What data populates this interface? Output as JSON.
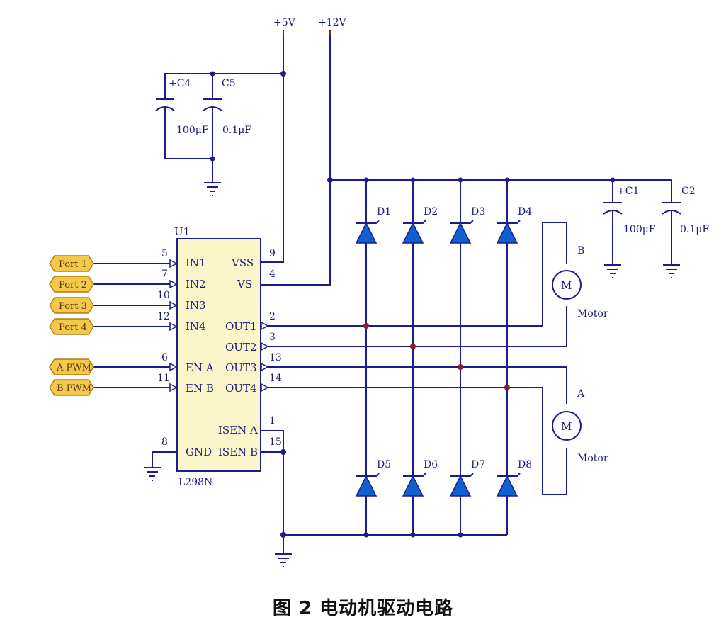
{
  "caption": "图 2   电动机驱动电路",
  "colors": {
    "wire": "#1c1c8c",
    "connection_dot": "#8a1f1f",
    "ic_fill": "#fbf6c9",
    "port_fill": "#f4c84a",
    "diode_fill": "#1060d0"
  },
  "supplies": {
    "v5": "+5V",
    "v12": "+12V"
  },
  "ic": {
    "ref": "U1",
    "part": "L298N",
    "left_pins": [
      {
        "num": "5",
        "name": "IN1"
      },
      {
        "num": "7",
        "name": "IN2"
      },
      {
        "num": "10",
        "name": "IN3"
      },
      {
        "num": "12",
        "name": "IN4"
      },
      {
        "num": "6",
        "name": "EN A"
      },
      {
        "num": "11",
        "name": "EN B"
      },
      {
        "num": "8",
        "name": "GND"
      }
    ],
    "right_pins": [
      {
        "num": "9",
        "name": "VSS"
      },
      {
        "num": "4",
        "name": "VS"
      },
      {
        "num": "2",
        "name": "OUT1"
      },
      {
        "num": "3",
        "name": "OUT2"
      },
      {
        "num": "13",
        "name": "OUT3"
      },
      {
        "num": "14",
        "name": "OUT4"
      },
      {
        "num": "1",
        "name": "ISEN A"
      },
      {
        "num": "15",
        "name": "ISEN B"
      }
    ]
  },
  "ports": [
    "Port 1",
    "Port 2",
    "Port 3",
    "Port 4",
    "A PWM",
    "B PWM"
  ],
  "capacitors": [
    {
      "ref": "+C4",
      "value": "100μF"
    },
    {
      "ref": "C5",
      "value": "0.1μF"
    },
    {
      "ref": "+C1",
      "value": "100μF"
    },
    {
      "ref": "C2",
      "value": "0.1μF"
    }
  ],
  "diodes_top": [
    "D1",
    "D2",
    "D3",
    "D4"
  ],
  "diodes_bottom": [
    "D5",
    "D6",
    "D7",
    "D8"
  ],
  "motors": [
    {
      "ref": "B",
      "symbol": "M",
      "label": "Motor"
    },
    {
      "ref": "A",
      "symbol": "M",
      "label": "Motor"
    }
  ]
}
